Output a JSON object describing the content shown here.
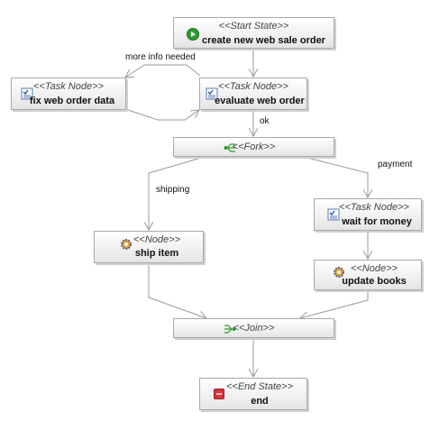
{
  "nodes": {
    "start": {
      "stereotype": "<<Start State>>",
      "name": "create new web sale order"
    },
    "evaluate": {
      "stereotype": "<<Task Node>>",
      "name": "evaluate web order"
    },
    "fix": {
      "stereotype": "<<Task Node>>",
      "name": "fix web order data"
    },
    "fork": {
      "stereotype": "<<Fork>>"
    },
    "ship": {
      "stereotype": "<<Node>>",
      "name": "ship item"
    },
    "wait": {
      "stereotype": "<<Task Node>>",
      "name": "wait for money"
    },
    "update": {
      "stereotype": "<<Node>>",
      "name": "update books"
    },
    "join": {
      "stereotype": "<<Join>>"
    },
    "end": {
      "stereotype": "<<End State>>",
      "name": "end"
    }
  },
  "edge_labels": {
    "more_info": "more info needed",
    "ok": "ok",
    "shipping": "shipping",
    "payment": "payment"
  },
  "icons": {
    "start": "green-play-icon",
    "task": "task-checklist-icon",
    "node": "gear-icon",
    "fork": "fork-icon",
    "join": "join-icon",
    "end": "red-stop-icon"
  },
  "colors": {
    "start_icon": "#2e9c2e",
    "end_icon": "#d9333a",
    "node_border": "#a9a9a9",
    "edge": "#9a9a9a"
  }
}
